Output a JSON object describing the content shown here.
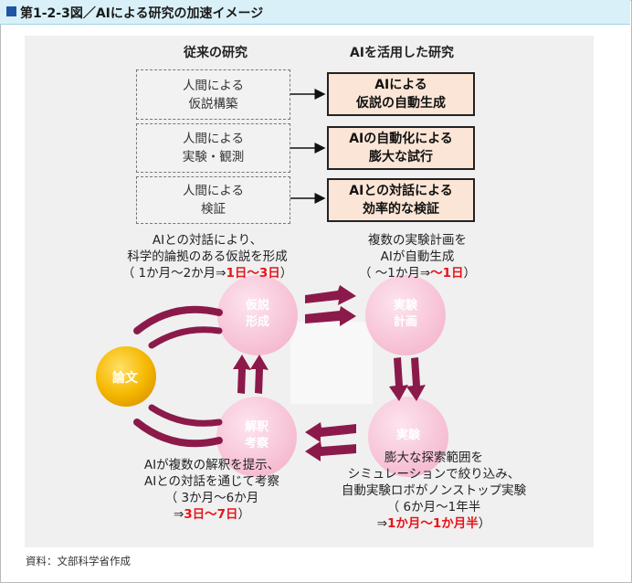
{
  "header": {
    "title": "第1-2-3図／AIによる研究の加速イメージ",
    "accent": "#1f55a4",
    "background": "#d9f0f8"
  },
  "columns": {
    "left_title": "従来の研究",
    "right_title": "AIを活用した研究"
  },
  "rows": [
    {
      "old": [
        "人間による",
        "仮説構築"
      ],
      "new": [
        "AIによる",
        "仮説の自動生成"
      ]
    },
    {
      "old": [
        "人間による",
        "実験・観測"
      ],
      "new": [
        "AIの自動化による",
        "膨大な試行"
      ]
    },
    {
      "old": [
        "人間による",
        "検証"
      ],
      "new": [
        "AIとの対話による",
        "効率的な検証"
      ]
    }
  ],
  "cycle": {
    "center": {
      "label": "論文",
      "color": "#f2b700"
    },
    "nodes": {
      "hypothesis": [
        "仮説",
        "形成"
      ],
      "experiment": [
        "実験",
        "計画"
      ],
      "execution": "実験",
      "analysis": [
        "解釈",
        "考察"
      ]
    },
    "node_color": "#f7c6d9",
    "arrow_color": "#8b1a4a"
  },
  "annotations": {
    "hypothesis": {
      "lines": [
        "AIとの対話により、",
        "科学的論拠のある仮説を形成"
      ],
      "time_prefix": "（ 1か月～2か月⇒",
      "time_new": "1日～3日",
      "time_suffix": "）"
    },
    "experiment": {
      "lines": [
        "複数の実験計画を",
        "AIが自動生成"
      ],
      "time_prefix": "（ ～1か月⇒",
      "time_new": "～1日",
      "time_suffix": "）"
    },
    "execution": {
      "lines": [
        "膨大な探索範囲を",
        "シミュレーションで絞り込み、",
        "自動実験ロボがノンストップ実験",
        "（ 6か月～1年半"
      ],
      "time_prefix": "⇒",
      "time_new": "1か月～1か月半",
      "time_suffix": "）"
    },
    "analysis": {
      "lines": [
        "AIが複数の解釈を提示、",
        "AIとの対話を通じて考察",
        "（ 3か月～6か月"
      ],
      "time_prefix": "⇒",
      "time_new": "3日～7日",
      "time_suffix": "）"
    }
  },
  "source": "資料：文部科学省作成"
}
